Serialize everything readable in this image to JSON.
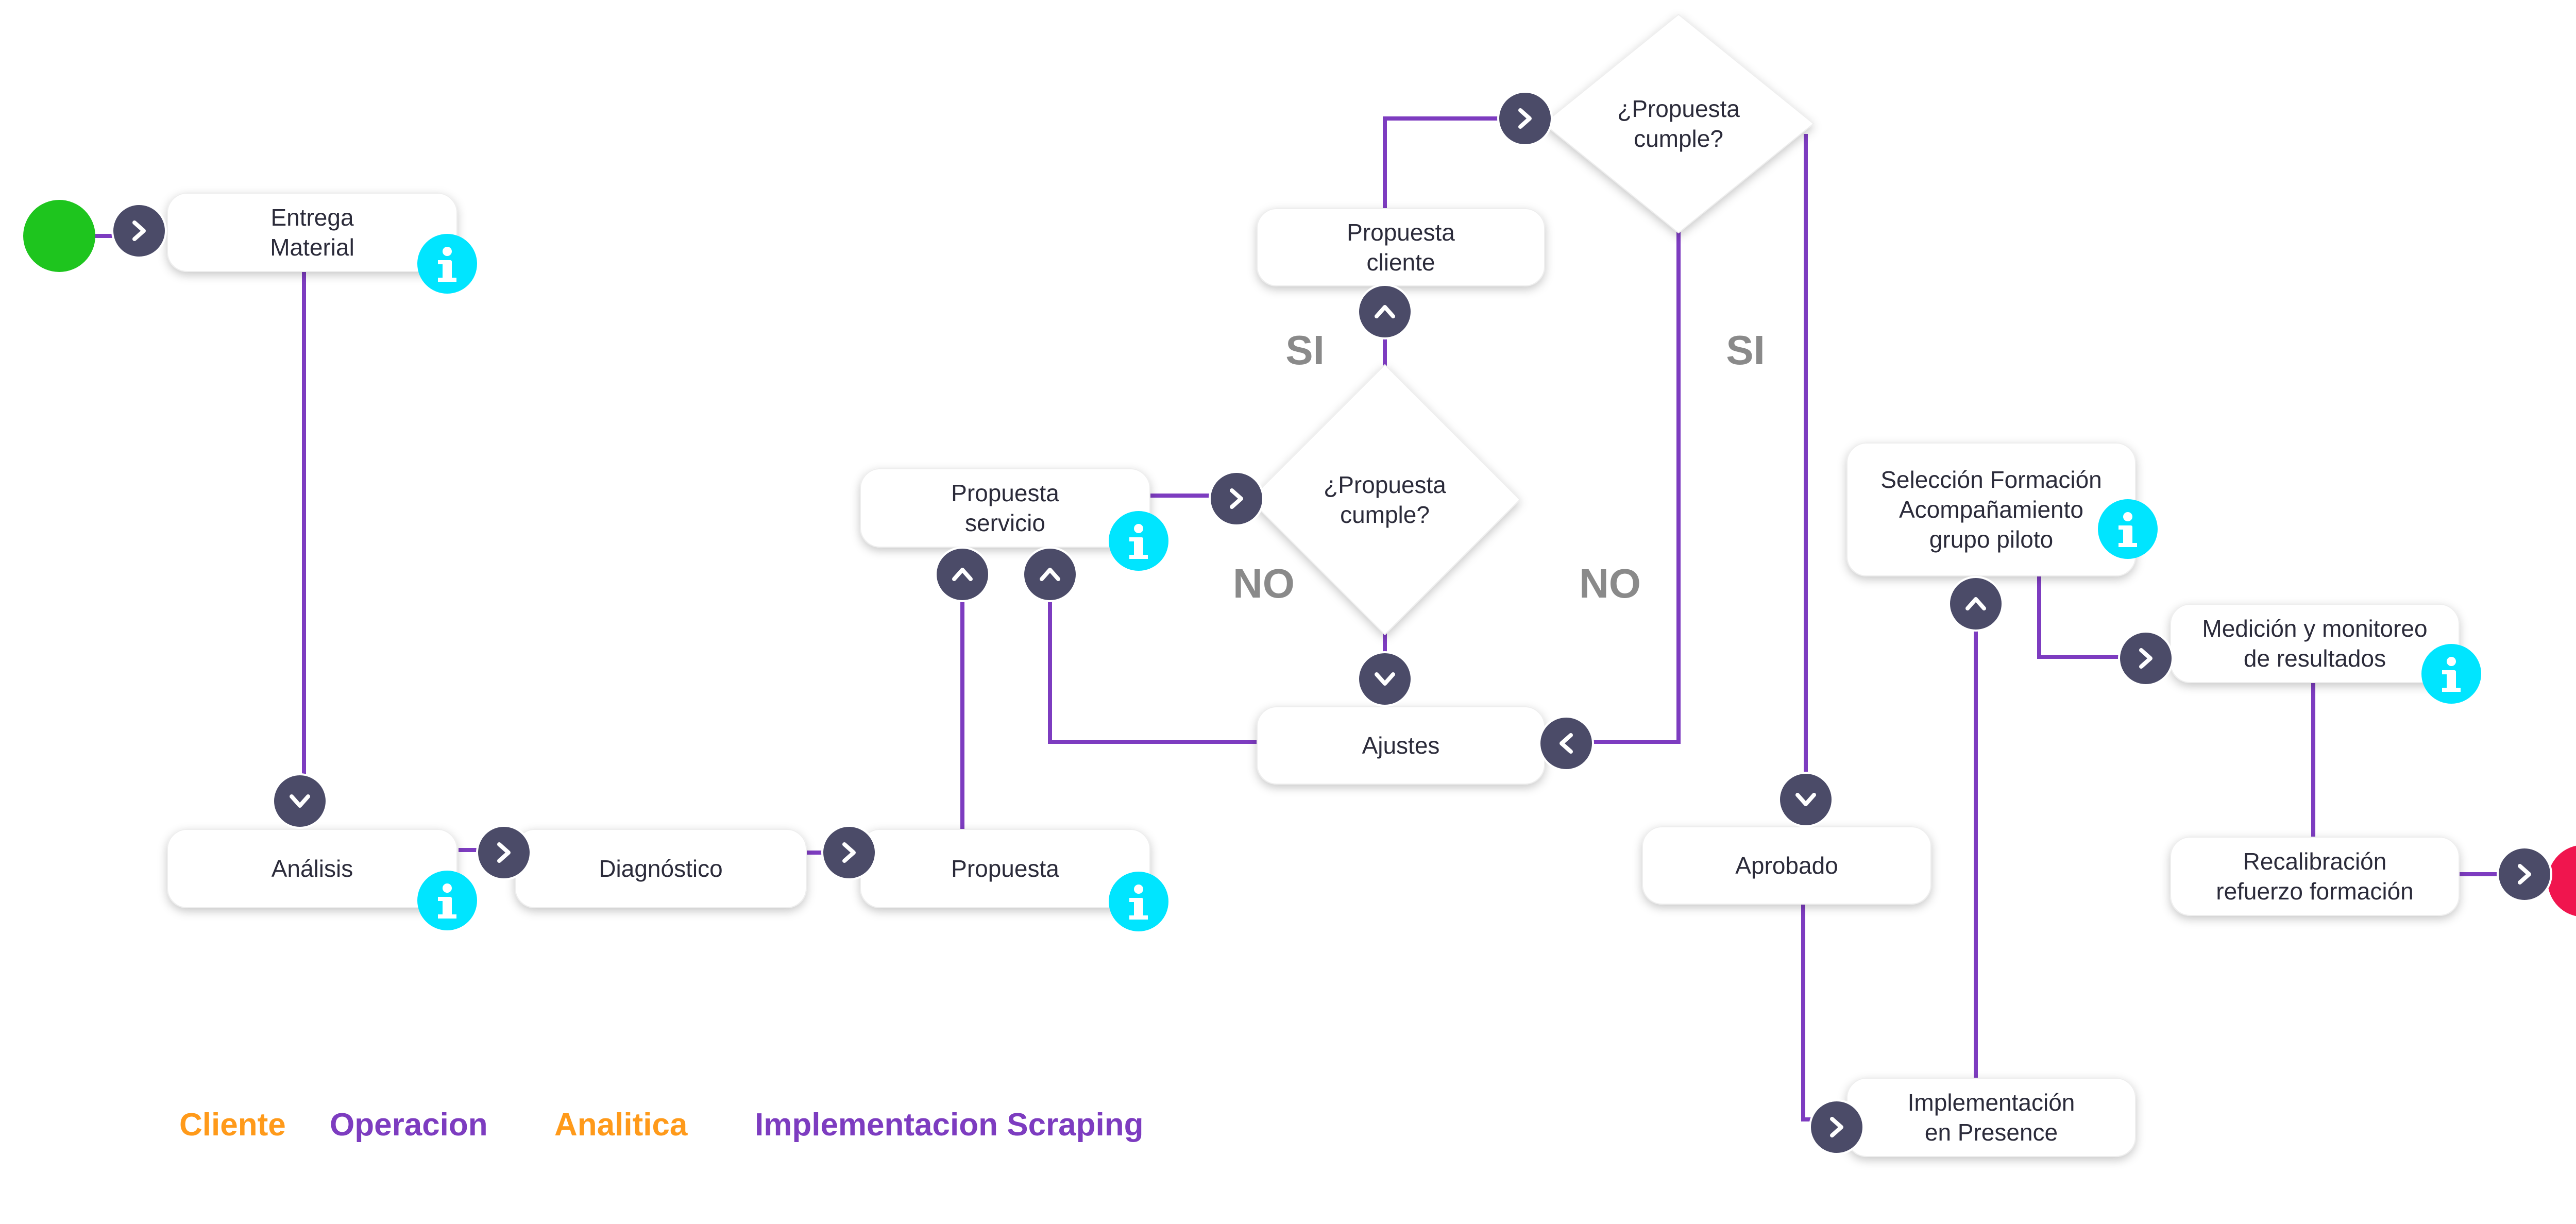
{
  "colors": {
    "edge": "#7d3cc0",
    "connector": "#4b4b68",
    "info": "#00e5ff",
    "start": "#1ec51e",
    "end": "#f0154e",
    "branch_label": "#8a8a8a",
    "legend_orange": "#ff9a1a",
    "legend_purple": "#7d3cc0"
  },
  "icons": {
    "connector": "chevron-icon",
    "info": "info-icon",
    "start": "start-circle",
    "end": "end-circle"
  },
  "nodes": {
    "entrega": {
      "lines": [
        "Entrega",
        "Material"
      ]
    },
    "analisis": {
      "lines": [
        "Análisis"
      ]
    },
    "diagnostico": {
      "lines": [
        "Diagnóstico"
      ]
    },
    "propuesta": {
      "lines": [
        "Propuesta"
      ]
    },
    "propuesta_servicio": {
      "lines": [
        "Propuesta",
        "servicio"
      ]
    },
    "decision1": {
      "lines": [
        "¿Propuesta",
        "cumple?"
      ]
    },
    "propuesta_cliente": {
      "lines": [
        "Propuesta",
        "cliente"
      ]
    },
    "decision2": {
      "lines": [
        "¿Propuesta",
        "cumple?"
      ]
    },
    "ajustes": {
      "lines": [
        "Ajustes"
      ]
    },
    "aprobado": {
      "lines": [
        "Aprobado"
      ]
    },
    "implementacion": {
      "lines": [
        "Implementación",
        "en Presence"
      ]
    },
    "seleccion": {
      "lines": [
        "Selección Formación",
        "Acompañamiento",
        "grupo piloto"
      ]
    },
    "medicion": {
      "lines": [
        "Medición y monitoreo",
        "de resultados"
      ]
    },
    "recalibracion": {
      "lines": [
        "Recalibración",
        "refuerzo formación"
      ]
    }
  },
  "branch_labels": {
    "si_left": "SI",
    "si_right": "SI",
    "no_left": "NO",
    "no_right": "NO"
  },
  "legend": [
    {
      "label": "Cliente",
      "color": "#ff9a1a"
    },
    {
      "label": "Operacion",
      "color": "#7d3cc0"
    },
    {
      "label": "Analitica",
      "color": "#ff9a1a"
    },
    {
      "label": "Implementacion Scraping",
      "color": "#7d3cc0"
    }
  ]
}
